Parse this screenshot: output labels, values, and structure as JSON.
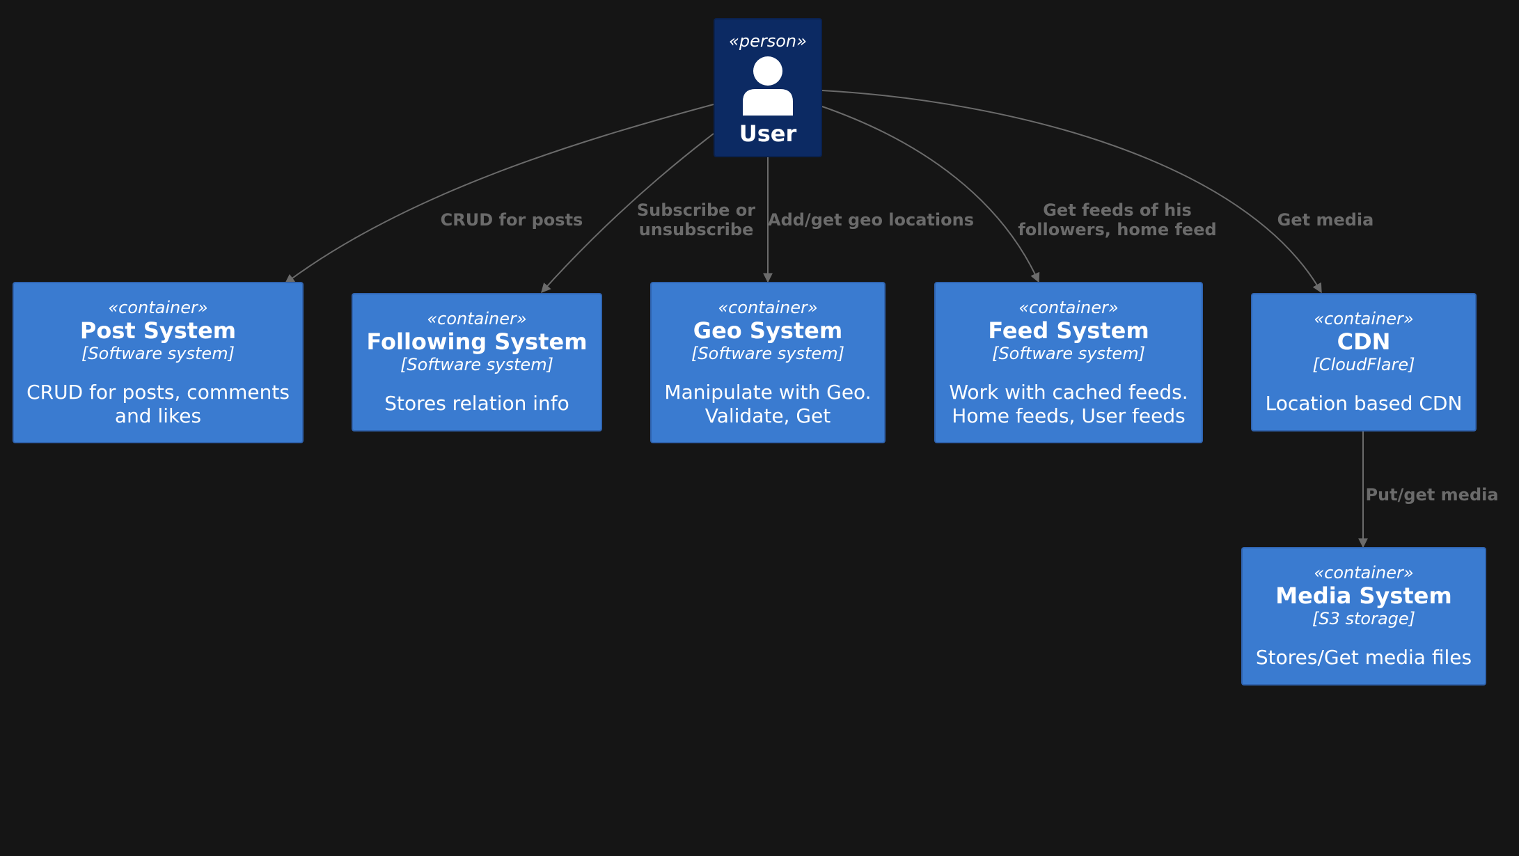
{
  "diagram": {
    "person": {
      "stereotype": "«person»",
      "name": "User",
      "icon": "user-icon"
    },
    "containers": [
      {
        "id": "post",
        "stereotype": "«container»",
        "name": "Post System",
        "technology": "[Software system]",
        "description_lines": [
          "CRUD for posts, comments",
          "and likes"
        ]
      },
      {
        "id": "following",
        "stereotype": "«container»",
        "name": "Following System",
        "technology": "[Software system]",
        "description_lines": [
          "Stores relation info"
        ]
      },
      {
        "id": "geo",
        "stereotype": "«container»",
        "name": "Geo System",
        "technology": "[Software system]",
        "description_lines": [
          "Manipulate with Geo.",
          "Validate, Get"
        ]
      },
      {
        "id": "feed",
        "stereotype": "«container»",
        "name": "Feed System",
        "technology": "[Software system]",
        "description_lines": [
          "Work with cached feeds.",
          "Home feeds, User feeds"
        ]
      },
      {
        "id": "cdn",
        "stereotype": "«container»",
        "name": "CDN",
        "technology": "[CloudFlare]",
        "description_lines": [
          "Location based CDN"
        ]
      },
      {
        "id": "media",
        "stereotype": "«container»",
        "name": "Media System",
        "technology": "[S3 storage]",
        "description_lines": [
          "Stores/Get media files"
        ]
      }
    ],
    "relations": [
      {
        "from": "User",
        "to": "Post System",
        "label_lines": [
          "CRUD for posts"
        ]
      },
      {
        "from": "User",
        "to": "Following System",
        "label_lines": [
          "Subscribe or",
          "unsubscribe"
        ]
      },
      {
        "from": "User",
        "to": "Geo System",
        "label_lines": [
          "Add/get geo locations"
        ]
      },
      {
        "from": "User",
        "to": "Feed System",
        "label_lines": [
          "Get feeds of his",
          "followers, home feed"
        ]
      },
      {
        "from": "User",
        "to": "CDN",
        "label_lines": [
          "Get media"
        ]
      },
      {
        "from": "CDN",
        "to": "Media System",
        "label_lines": [
          "Put/get media"
        ]
      }
    ],
    "colors": {
      "background": "#151515",
      "container_fill": "#3a7bd0",
      "person_fill": "#0c2a63",
      "edge": "#6b6b6b",
      "text": "#ffffff"
    }
  }
}
